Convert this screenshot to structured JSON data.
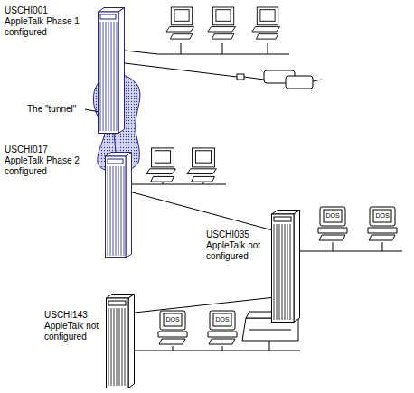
{
  "diagram": {
    "nodes": [
      {
        "text": [
          "USCHI001",
          "AppleTalk Phase 1 configured"
        ]
      },
      {
        "text": [
          "USCHI017",
          "AppleTalk Phase 2 configured"
        ]
      },
      {
        "text": [
          "USCHI035",
          "AppleTalk not configured"
        ]
      },
      {
        "text": [
          "USCHI143",
          "AppleTalk not configured"
        ]
      }
    ],
    "edges": [
      {
        "from": 0,
        "to": 1,
        "arrow": "none"
      },
      {
        "from": 1,
        "to": 2,
        "arrow": "none"
      },
      {
        "from": 2,
        "to": 3,
        "arrow": "none"
      }
    ],
    "labels": [
      "The \"tunnel\"",
      "DOS",
      "DOS",
      "DOS",
      "DOS"
    ]
  }
}
